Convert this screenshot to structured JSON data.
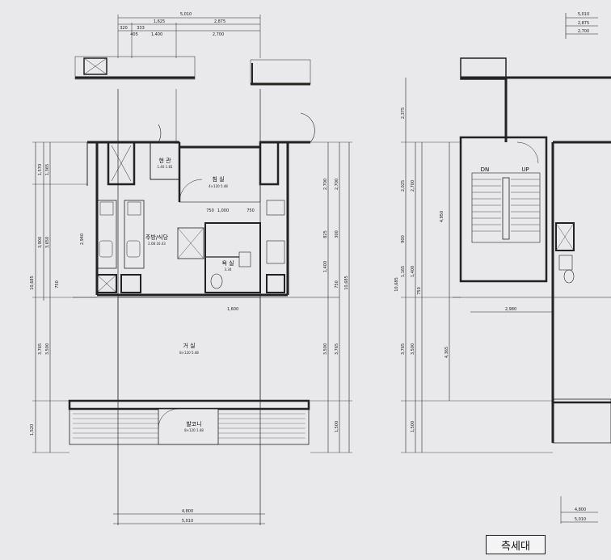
{
  "title": "측세대",
  "left_plan": {
    "top_dims": [
      "5,010",
      "1,625",
      "2,875",
      "320",
      "405",
      "333",
      "1,400",
      "2,700"
    ],
    "bottom_dims": [
      "4,800",
      "5,010"
    ],
    "left_dims": [
      "1,570",
      "1,365",
      "3,900",
      "3,650",
      "750",
      "10,685",
      "3,765",
      "3,500",
      "1,520"
    ],
    "right_dims": [
      "2,700",
      "2,700",
      "825",
      "300",
      "1,400",
      "750",
      "10,685",
      "3,500",
      "3,765",
      "1,500"
    ],
    "interior_dims": [
      "1,000",
      "750",
      "750",
      "1,600",
      "2,940"
    ],
    "rooms": [
      {
        "name": "침 실",
        "sub": "4×120  5.48"
      },
      {
        "name": "현 관",
        "sub": "1.40  1.81"
      },
      {
        "name": "주방/식당",
        "sub": "2.08  16.43"
      },
      {
        "name": "욕 실",
        "sub": "3.34"
      },
      {
        "name": "거 실",
        "sub": "8×120  5.48"
      },
      {
        "name": "발코니",
        "sub": "8×120  1.48"
      }
    ]
  },
  "right_plan": {
    "top_dims": [
      "5,010",
      "2,875",
      "2,700"
    ],
    "bottom_dims": [
      "4,800",
      "5,010"
    ],
    "left_dims": [
      "2,375",
      "2,025",
      "2,700",
      "4,950",
      "900",
      "1,165",
      "1,400",
      "10,685",
      "750",
      "3,765",
      "3,500",
      "1,500",
      "4,365"
    ],
    "interior_dims": [
      "2,980"
    ],
    "stair_labels": [
      "DN",
      "UP"
    ]
  }
}
